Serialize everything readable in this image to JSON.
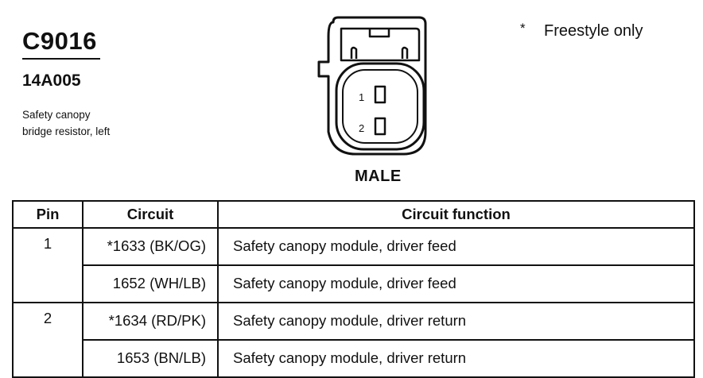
{
  "header": {
    "connector_id": "C9016",
    "part_number": "14A005",
    "description_line1": "Safety canopy",
    "description_line2": "bridge resistor, left"
  },
  "footnote": {
    "mark": "*",
    "text": "Freestyle only"
  },
  "connector": {
    "pins": [
      "1",
      "2"
    ],
    "view_label": "MALE"
  },
  "pin_table": {
    "headers": [
      "Pin",
      "Circuit",
      "Circuit function"
    ],
    "rows": [
      {
        "pin": "1",
        "circuit": "*1633 (BK/OG)",
        "function": "Safety canopy module, driver  feed"
      },
      {
        "pin": "",
        "circuit": "1652 (WH/LB)",
        "function": "Safety canopy module, driver  feed"
      },
      {
        "pin": "2",
        "circuit": "*1634 (RD/PK)",
        "function": "Safety canopy module, driver  return"
      },
      {
        "pin": "",
        "circuit": "1653 (BN/LB)",
        "function": "Safety canopy module, driver  return"
      }
    ]
  }
}
